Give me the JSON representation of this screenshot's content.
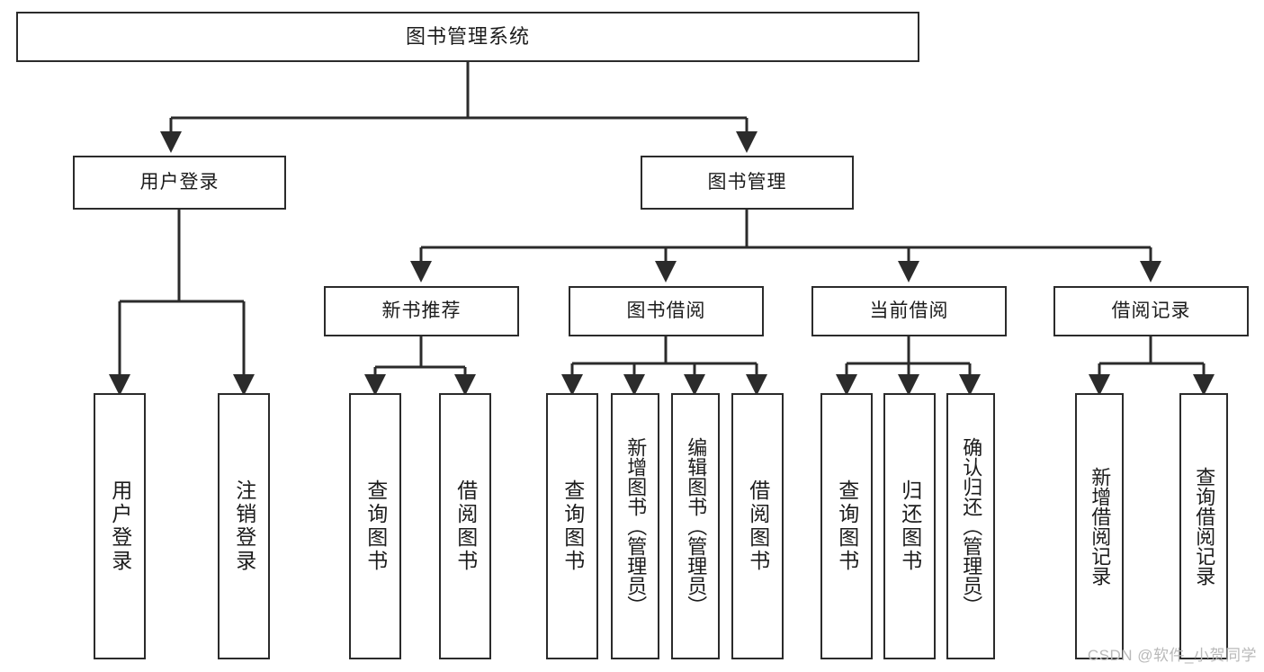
{
  "diagram": {
    "title": "图书管理系统",
    "type": "hierarchy-tree",
    "nodes": {
      "root": {
        "label": "图书管理系统"
      },
      "login": {
        "label": "用户登录"
      },
      "book_mgmt": {
        "label": "图书管理"
      },
      "new_book_rec": {
        "label": "新书推荐"
      },
      "book_borrow": {
        "label": "图书借阅"
      },
      "current_borrow": {
        "label": "当前借阅"
      },
      "borrow_record": {
        "label": "借阅记录"
      },
      "leaf_user_login": {
        "label": "用户登录"
      },
      "leaf_logout": {
        "label": "注销登录"
      },
      "leaf_query_book_1": {
        "label": "查询图书"
      },
      "leaf_borrow_book_1": {
        "label": "借阅图书"
      },
      "leaf_query_book_2": {
        "label": "查询图书"
      },
      "leaf_add_book": {
        "label": "新增图书（管理员）"
      },
      "leaf_edit_book": {
        "label": "编辑图书（管理员）"
      },
      "leaf_borrow_book_2": {
        "label": "借阅图书"
      },
      "leaf_query_book_3": {
        "label": "查询图书"
      },
      "leaf_return_book": {
        "label": "归还图书"
      },
      "leaf_confirm_return": {
        "label": "确认归还（管理员）"
      },
      "leaf_add_record": {
        "label": "新增借阅记录"
      },
      "leaf_query_record": {
        "label": "查询借阅记录"
      }
    }
  },
  "watermark": {
    "text": "CSDN @软件_小贺同学"
  },
  "colors": {
    "line": "#2b2b2b",
    "box_fill": "#ffffff",
    "text": "#1c1c1c",
    "watermark": "#b9b9b9"
  }
}
